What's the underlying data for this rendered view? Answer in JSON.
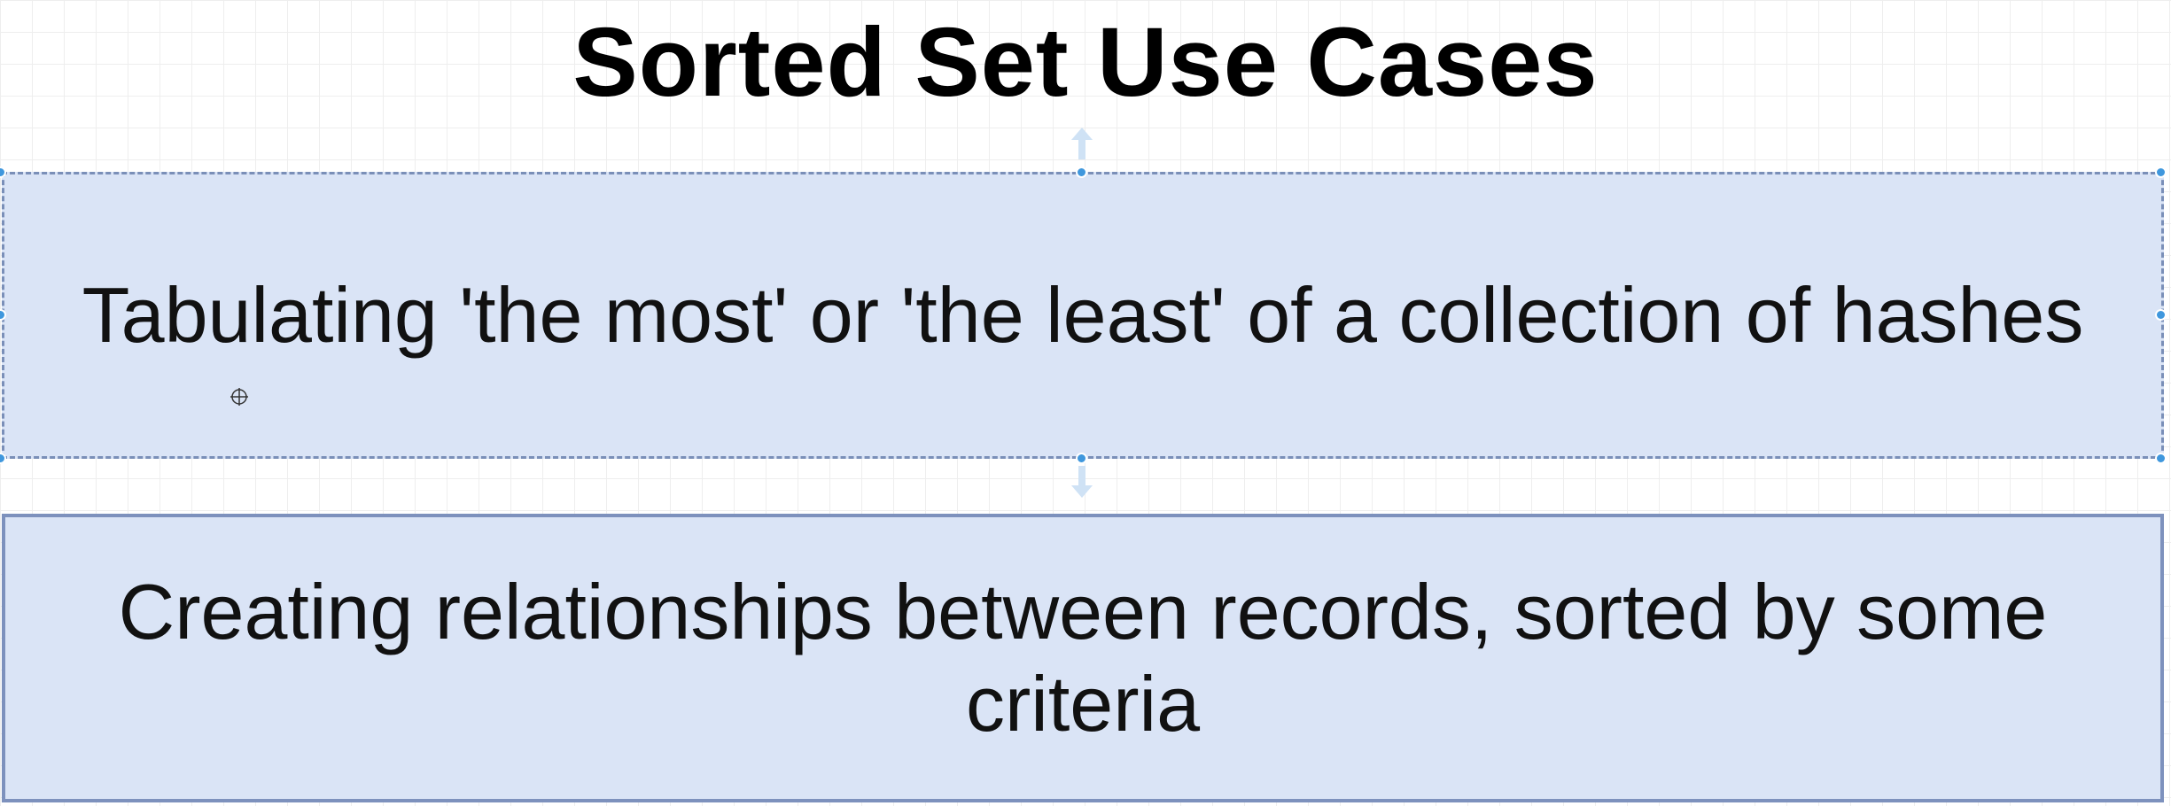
{
  "title": "Sorted Set Use Cases",
  "boxes": [
    {
      "text": "Tabulating 'the most' or 'the least' of a collection of hashes",
      "selected": true
    },
    {
      "text": "Creating relationships between records, sorted by some criteria",
      "selected": false
    }
  ],
  "colors": {
    "box_fill": "#dae4f6",
    "box_border": "#7d91bd",
    "selection_handle": "#3f97dd",
    "grid": "#eeeeee"
  },
  "icons": {
    "connection_arrow": "connection-arrow-icon",
    "cursor": "move-cursor-icon"
  }
}
